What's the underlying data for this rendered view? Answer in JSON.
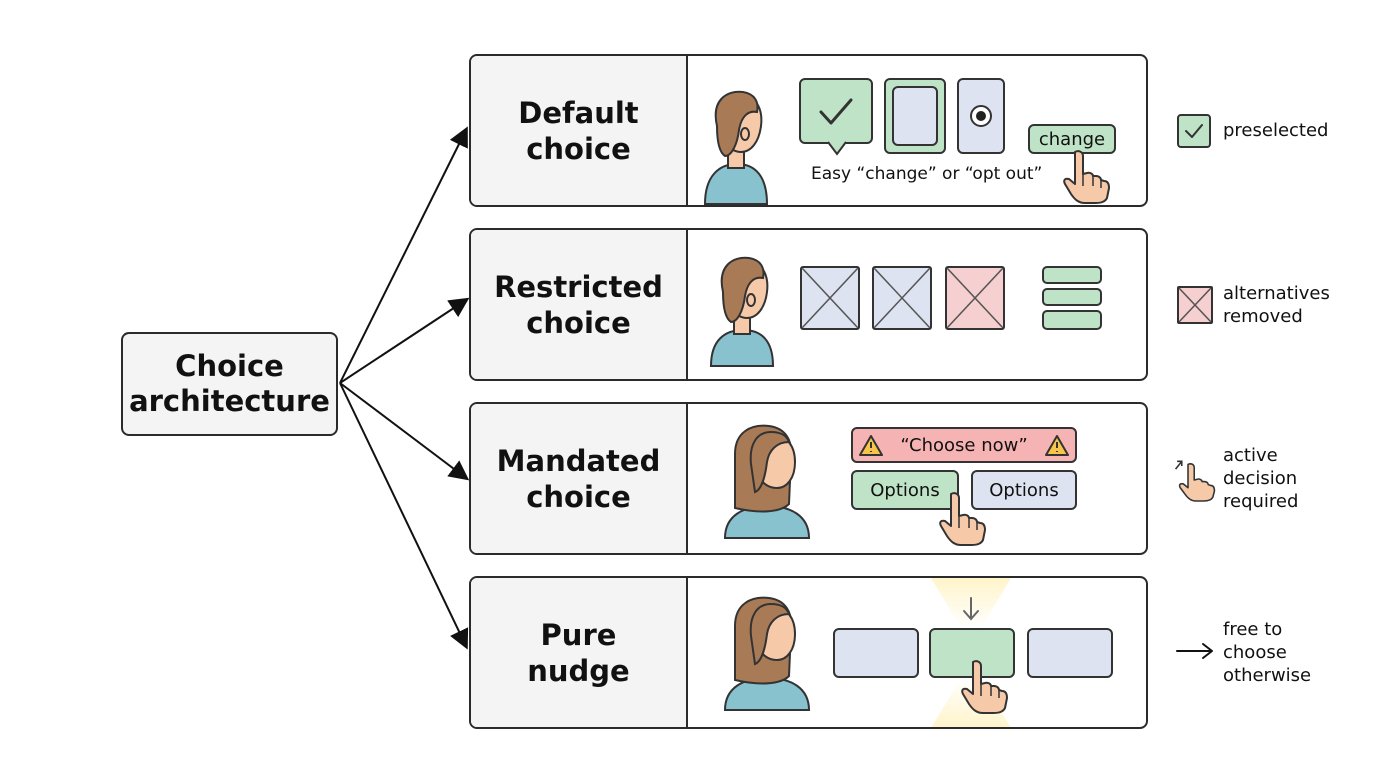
{
  "root": {
    "line1": "Choice",
    "line2": "architecture"
  },
  "rows": [
    {
      "line1": "Default",
      "line2": "choice",
      "change_label": "change",
      "caption": "Easy “change” or “opt out”",
      "legend": [
        "preselected"
      ]
    },
    {
      "line1": "Restricted",
      "line2": "choice",
      "legend": [
        "alternatives",
        "removed"
      ]
    },
    {
      "line1": "Mandated",
      "line2": "choice",
      "banner": "“Choose now”",
      "option_a": "Options",
      "option_b": "Options",
      "legend": [
        "active",
        "decision",
        "required"
      ]
    },
    {
      "line1": "Pure",
      "line2": "nudge",
      "legend": [
        "free to",
        "choose",
        "otherwise"
      ]
    }
  ],
  "colors": {
    "green": "#bfe3c6",
    "blue": "#dde3f1",
    "pink": "#f6d0d0",
    "warning": "#f6c54a",
    "skin": "#f6caa9",
    "hair": "#a87a56",
    "shirt": "#88c2cf"
  }
}
